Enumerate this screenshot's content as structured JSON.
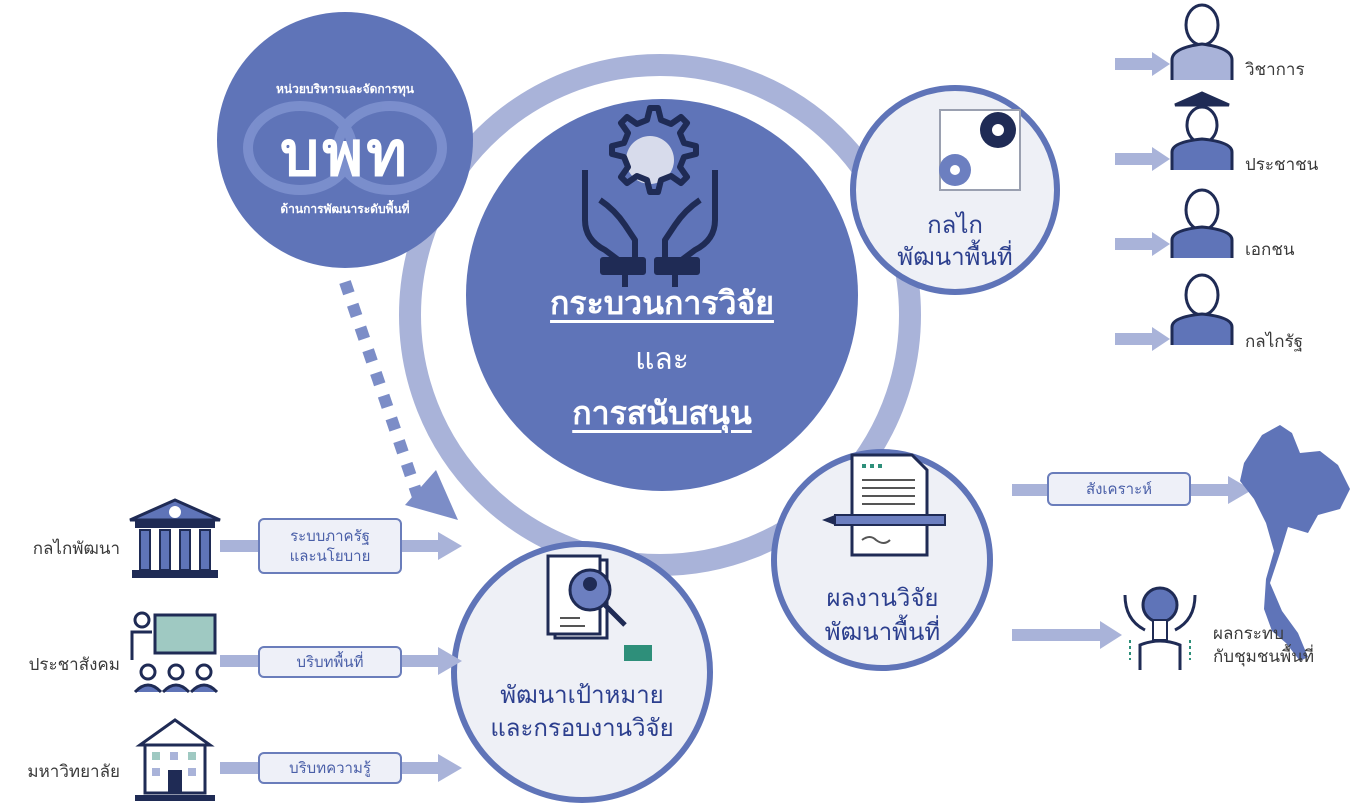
{
  "logo": {
    "top_text": "หน่วยบริหารและจัดการทุน",
    "word": "บพท",
    "bottom_text": "ด้านการพัฒนาระดับพื้นที่"
  },
  "center": {
    "line1": "กระบวนการวิจัย",
    "line2": "และ",
    "line3": "การสนับสนุน"
  },
  "mechanism_node": {
    "line1": "กลไก",
    "line2": "พัฒนาพื้นที่"
  },
  "results_node": {
    "line1": "ผลงานวิจัย",
    "line2": "พัฒนาพื้นที่"
  },
  "target_node": {
    "line1": "พัฒนาเป้าหมาย",
    "line2": "และกรอบงานวิจัย"
  },
  "stakeholders": [
    {
      "label": "วิชาการ",
      "icon": "academic-person-icon"
    },
    {
      "label": "ประชาชน",
      "icon": "citizen-person-icon"
    },
    {
      "label": "เอกชน",
      "icon": "private-sector-person-icon"
    },
    {
      "label": "กลไกรัฐ",
      "icon": "government-officer-icon"
    }
  ],
  "inputs": [
    {
      "label": "กลไกพัฒนา",
      "tag_line1": "ระบบภาครัฐ",
      "tag_line2": "และนโยบาย",
      "icon": "government-building-icon"
    },
    {
      "label": "ประชาสังคม",
      "tag_line1": "บริบทพื้นที่",
      "icon": "presentation-audience-icon"
    },
    {
      "label": "มหาวิทยาลัย",
      "tag_line1": "บริบทความรู้",
      "icon": "university-building-icon"
    }
  ],
  "outputs": {
    "synthesis_tag": "สังเคราะห์",
    "impact_label_line1": "ผลกระทบ",
    "impact_label_line2": "กับชุมชนพื้นที่"
  },
  "colors": {
    "primary": "#5f74b8",
    "ring": "#a9b3d9",
    "node_fill": "#eef0f6",
    "text_blue": "#2c3f8e",
    "teal": "#2e8f7a"
  }
}
